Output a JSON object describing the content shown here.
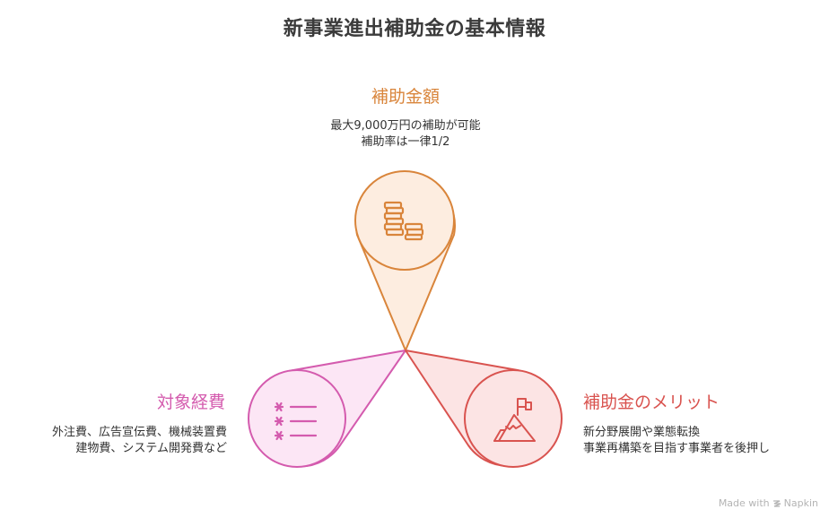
{
  "title": "新事業進出補助金の基本情報",
  "colors": {
    "amount": "#D9853B",
    "expenses": "#D45BAE",
    "merit": "#D9534F",
    "amount_fill": "#FDEDE0",
    "expenses_fill": "#FCE6F5",
    "merit_fill": "#FCE4E4"
  },
  "nodes": {
    "amount": {
      "heading": "補助金額",
      "lines": [
        "最大9,000万円の補助が可能",
        "補助率は一律1/2"
      ],
      "icon": "coin-stacks-icon"
    },
    "expenses": {
      "heading": "対象経費",
      "lines": [
        "外注費、広告宣伝費、機械装置費",
        "建物費、システム開発費など"
      ],
      "icon": "checklist-icon"
    },
    "merit": {
      "heading": "補助金のメリット",
      "lines": [
        "新分野展開や業態転換",
        "事業再構築を目指す事業者を後押し"
      ],
      "icon": "mountain-flag-icon"
    }
  },
  "footer": {
    "label": "Made with",
    "brand": "Napkin"
  }
}
